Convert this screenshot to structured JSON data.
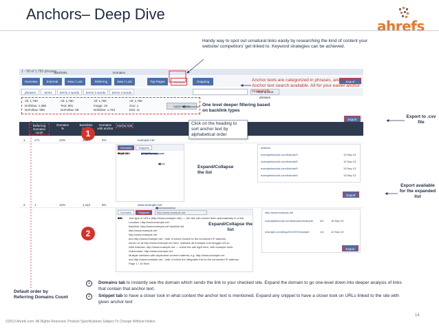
{
  "slide": {
    "title": "Anchors– Deep Dive",
    "logo_text": "ahrefs",
    "footer": "©2013 Ahrefs.com. All Rights Reserved. Product Specifications Subject To Change Without Notice.",
    "page_number": "14"
  },
  "app": {
    "top_bar_text": "1 - 50 of 1,750 phrases",
    "group_labels": {
      "backlinks": "Backlinks",
      "domains": "Domains"
    },
    "tabs": [
      "Overview",
      "External",
      "New / Lost",
      "Referring",
      "New / Lost",
      "Top Pages",
      "Anchors",
      "Outgoing"
    ],
    "phrase_tabs": [
      "phrases",
      "terms",
      "terms 2 words",
      "terms 3 words",
      "terms 4 words"
    ],
    "filter_placeholder": "",
    "filter_button": "Filter anchor phrases",
    "export_label": "Export",
    "filters": {
      "col1": [
        "All: 1,790",
        "Dofollow: 1,398",
        "NoFollow: 999"
      ],
      "col2": [
        "All: 1,790",
        "Text: 981",
        "NoFollow: 99"
      ],
      "col3": [
        "All: 1,790",
        "Image: 19",
        "Nofollow: 1,753"
      ],
      "col4": [
        "All: 1,790",
        "Gov: 1",
        "Edu: 11"
      ],
      "apply_button": "Apply Filters"
    },
    "columns": [
      "Referring Domains count",
      "Domains %",
      "Backlinks count",
      "Domains with anchor",
      "Anchor text"
    ],
    "rows": [
      {
        "ref": "1",
        "count": "471",
        "pct": "13%",
        "backlinks": "391",
        "domains_with": "4%",
        "anchor": "example.net"
      },
      {
        "ref": "2",
        "count": "1",
        "pct": "12%",
        "backlinks": "1,113",
        "domains_with": "5%",
        "anchor": "www.example.net"
      }
    ],
    "domains_button": "Domains",
    "snippets_button": "Snippets",
    "expanded_domains": [
      "00.00.09",
      "00.00.07",
      "00.00.01",
      "00.00.09",
      "00.00.081",
      "00.00.04",
      "97",
      "61",
      "15",
      "13",
      "Page 1 / 1"
    ],
    "expanded_domain_names": [
      "wheel.co.nz",
      "lemon.com.au",
      "penguinpaper.com",
      "elsewhere.de",
      "wikipedia.org",
      "mobiello.de",
      "fastcommunity.com",
      "slalok.ru",
      "giantsite.com",
      "leads.net",
      ""
    ],
    "right_panel_rows": [
      {
        "url": "adslinks",
        "date": ""
      },
      {
        "url": "examplefanclub.com/link/cat/3",
        "date": "13 Sep 13"
      },
      {
        "url": "examplefanclub.com/link/cat/5",
        "date": "13 Sep 13"
      },
      {
        "url": "examplefanclub.com/link/cat/9",
        "date": "13 Sep 13"
      },
      {
        "url": "examplefanclub.com/link/cat/5",
        "date": "13 Sep 13"
      }
    ],
    "snippet_lines": [
      "Just type in URLs (http://www.example.net/) — the site will convert them automatically to a link.",
      "Location: http://www.example.net",
      "Backlink: http://www.example.net backlink list",
      "http://www.example.net",
      "http://www.example.net",
      "and http://www.example.net , both of which resolve to the connected IP address.",
      "server on at http://www.example.net here, software all example.com blogger.net on",
      "Web Adresse: http://www.example.net — check the site right here, with example tools",
      "Subdomain: http://www.example.net",
      "Multiple websites with duplicated content material, e.g. http://www.example.net",
      "and http://www.example.net , both of which the integrates into to the connected IP address.",
      "Page 1 / 10  Next"
    ],
    "snippet_counts": [
      "200",
      "127",
      "124",
      "153",
      "110",
      "80",
      "60",
      "47",
      "45",
      "31",
      "29"
    ],
    "snippet_panel_head": "http://www.example.net",
    "snippet_panel_rows": [
      {
        "text": "examplefanclub.com/link/cat/4/example",
        "n": "4/1",
        "date": "15 Sep 13"
      },
      {
        "text": "example.com/blog/2013/07/example",
        "n": "1/1",
        "date": "12 Sep 13"
      }
    ],
    "snippet_export_label": "Export"
  },
  "callouts": {
    "unnatural_links": "Handy way to spot out unnatural links easily by researching the kind of content your website/ competitors' get linked to. Keyword strategies can be achieved.",
    "anchor_texts": "Anchor texts are categorized in phrases, and terms. Anchor text search available. All for your easier anchor research",
    "filtering": "One level deeper filtering based on backlink types",
    "click_heading": "Click on the heading to sort anchor text by alphabetical order",
    "expand_collapse_1": "Expand/Collapse the list",
    "expand_collapse_2": "Expand/Collapse the list",
    "export_csv": "Export to .csv file",
    "export_expanded": "Export available for the expanded list",
    "default_order": "Default order by Referring Domains Count"
  },
  "markers": [
    "1",
    "2"
  ],
  "notes": [
    {
      "num": "1",
      "lead": "Domains tab",
      "text": " to instantly see the domain which sends the link to your checked site. Expand the domain to go one-level down into deeper analysis of links that contain that anchor text."
    },
    {
      "num": "2",
      "lead": "Snippet tab",
      "text": " to have a closer look in what context the anchor text is mentioned. Expand any snippet to have a closer look on URLs linked to the site with given anchor text"
    }
  ]
}
